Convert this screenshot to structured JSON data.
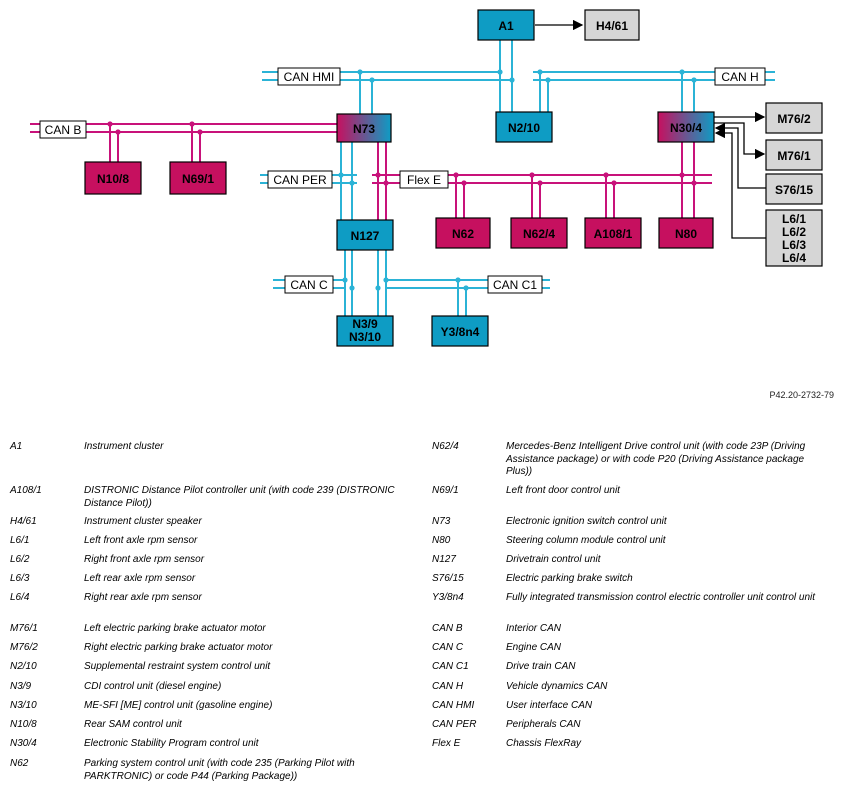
{
  "diagram": {
    "modules": {
      "A1": "A1",
      "H4_61": "H4/61",
      "N73": "N73",
      "N2_10": "N2/10",
      "N30_4": "N30/4",
      "M76_2": "M76/2",
      "M76_1": "M76/1",
      "S76_15": "S76/15",
      "L6": [
        "L6/1",
        "L6/2",
        "L6/3",
        "L6/4"
      ],
      "N10_8": "N10/8",
      "N69_1": "N69/1",
      "N127": "N127",
      "N62": "N62",
      "N62_4": "N62/4",
      "A108_1": "A108/1",
      "N80": "N80",
      "N3": [
        "N3/9",
        "N3/10"
      ],
      "Y3_8n4": "Y3/8n4"
    },
    "buses": {
      "can_hmi": "CAN HMI",
      "can_h": "CAN H",
      "can_b": "CAN B",
      "can_per": "CAN PER",
      "flex_e": "Flex E",
      "can_c": "CAN C",
      "can_c1": "CAN C1"
    },
    "colors": {
      "cyan_bus": "#2bb3d6",
      "magenta_bus": "#c8127a",
      "cyan_box": "#0e9cc4",
      "magenta_box": "#c6105f",
      "gray_box": "#d6d6d6"
    }
  },
  "reference": "P42.20-2732-79",
  "legend_left": [
    {
      "code": "A1",
      "desc": "Instrument cluster"
    },
    {
      "code": "A108/1",
      "desc": "DISTRONIC Distance Pilot controller unit (with code 239 (DISTRONIC Distance Pilot))"
    },
    {
      "code": "H4/61",
      "desc": "Instrument cluster speaker"
    },
    {
      "code": "L6/1",
      "desc": "Left front axle rpm sensor"
    },
    {
      "code": "L6/2",
      "desc": "Right front axle rpm sensor"
    },
    {
      "code": "L6/3",
      "desc": "Left rear axle rpm sensor"
    },
    {
      "code": "L6/4",
      "desc": "Right rear axle rpm sensor"
    },
    {
      "code": "M76/1",
      "desc": "Left electric parking brake actuator motor"
    },
    {
      "code": "M76/2",
      "desc": "Right electric parking brake actuator motor"
    },
    {
      "code": "N2/10",
      "desc": "Supplemental restraint system control unit"
    },
    {
      "code": "N3/9",
      "desc": "CDI control unit (diesel engine)"
    },
    {
      "code": "N3/10",
      "desc": "ME-SFI [ME] control unit (gasoline engine)"
    },
    {
      "code": "N10/8",
      "desc": "Rear SAM control unit"
    },
    {
      "code": "N30/4",
      "desc": " Electronic Stability Program control unit"
    },
    {
      "code": "N62",
      "desc": "Parking system control unit (with code 235 (Parking Pilot with PARKTRONIC) or code P44 (Parking Package))"
    }
  ],
  "legend_right": [
    {
      "code": "N62/4",
      "desc": "Mercedes-Benz Intelligent Drive control unit (with code 23P (Driving Assistance package) or with code P20 (Driving Assistance package Plus))"
    },
    {
      "code": "N69/1",
      "desc": "Left front door control unit"
    },
    {
      "code": "N73",
      "desc": "Electronic ignition switch control unit"
    },
    {
      "code": "N80",
      "desc": "Steering column module control unit"
    },
    {
      "code": "N127",
      "desc": "Drivetrain control unit"
    },
    {
      "code": "S76/15",
      "desc": "Electric parking brake switch"
    },
    {
      "code": "Y3/8n4",
      "desc": "Fully integrated transmission control electric controller unit control unit"
    },
    {
      "code": "CAN B",
      "desc": "Interior CAN"
    },
    {
      "code": "CAN C",
      "desc": "Engine CAN"
    },
    {
      "code": "CAN C1",
      "desc": "Drive train CAN"
    },
    {
      "code": "CAN H",
      "desc": "Vehicle dynamics CAN"
    },
    {
      "code": "CAN HMI",
      "desc": "User interface CAN"
    },
    {
      "code": "CAN PER",
      "desc": "Peripherals CAN"
    },
    {
      "code": "Flex E",
      "desc": "Chassis FlexRay"
    }
  ]
}
